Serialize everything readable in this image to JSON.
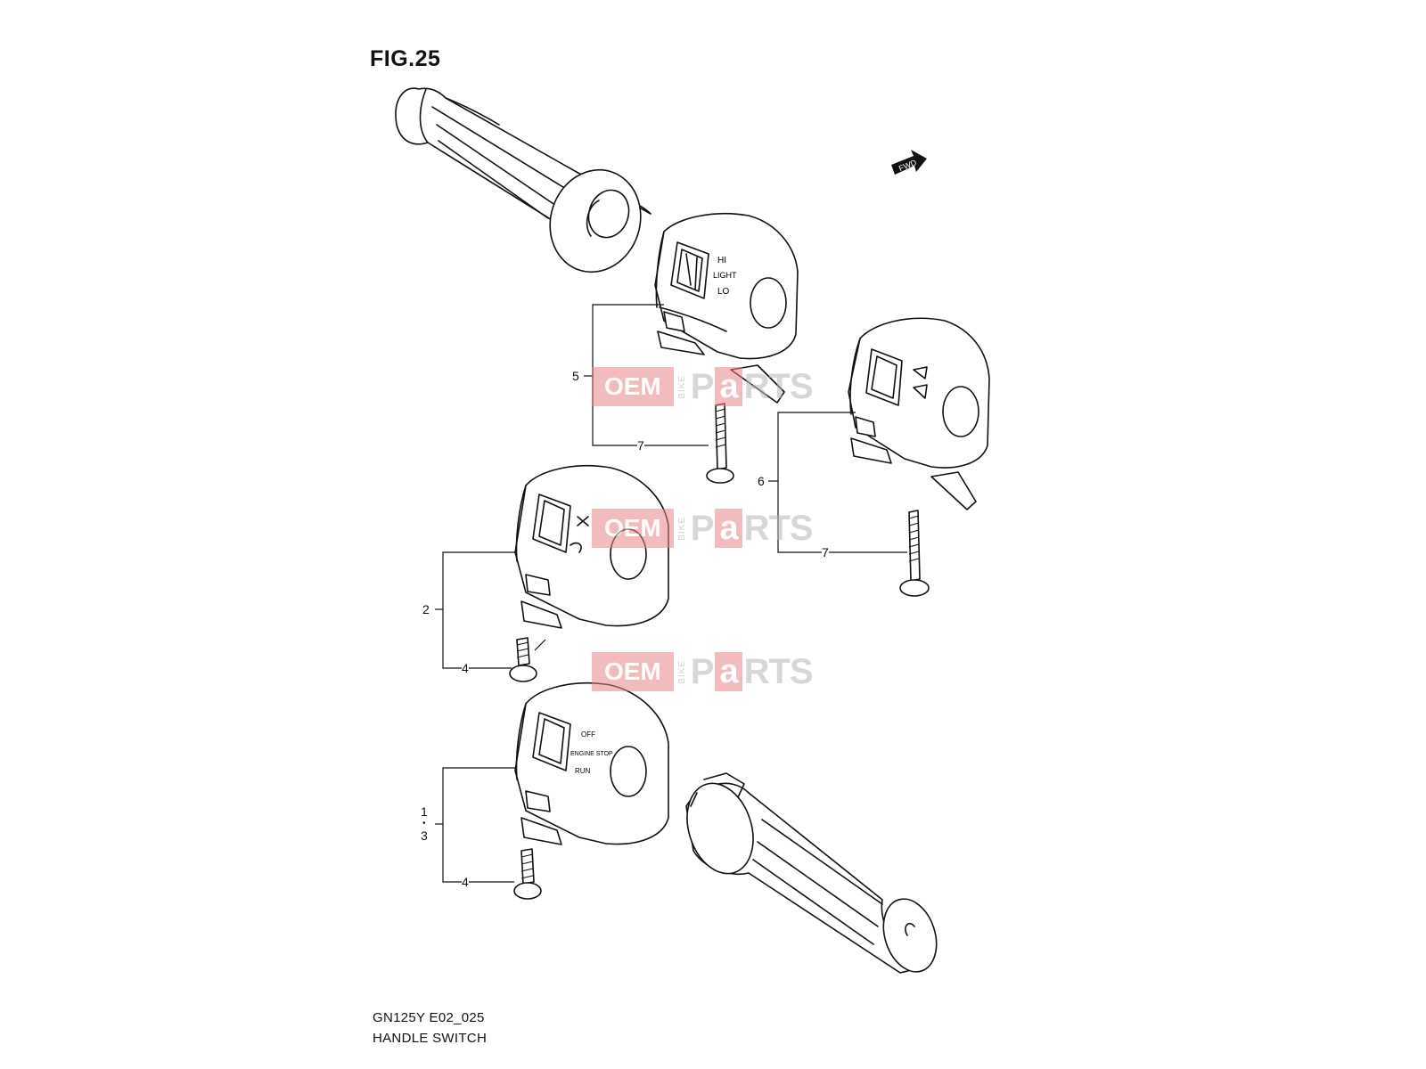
{
  "figure": {
    "title": "FIG.25",
    "model_code": "GN125Y E02_025",
    "caption": "HANDLE SWITCH"
  },
  "direction_badge": {
    "label": "FWD",
    "icon": "forward-arrow-icon"
  },
  "watermark": {
    "oem": "OEM",
    "bike": "BIKE",
    "parts_a": "a",
    "parts_p": "P",
    "parts_rest": "RTS"
  },
  "callouts": [
    {
      "id": "5",
      "label": "5"
    },
    {
      "id": "7a",
      "label": "7"
    },
    {
      "id": "6",
      "label": "6"
    },
    {
      "id": "7b",
      "label": "7"
    },
    {
      "id": "2",
      "label": "2"
    },
    {
      "id": "4a",
      "label": "4"
    },
    {
      "id": "1",
      "label": "1"
    },
    {
      "id": "dot",
      "label": "•"
    },
    {
      "id": "3",
      "label": "3"
    },
    {
      "id": "4b",
      "label": "4"
    }
  ],
  "switch_labels": {
    "dimmer": [
      "HI",
      "LIGHT",
      "LO"
    ],
    "start_stop": [
      "OFF",
      "ENGINE STOP",
      "RUN"
    ]
  },
  "colors": {
    "line": "#111111",
    "watermark_red": "#e8848a",
    "watermark_grey": "#b8b8b8"
  }
}
